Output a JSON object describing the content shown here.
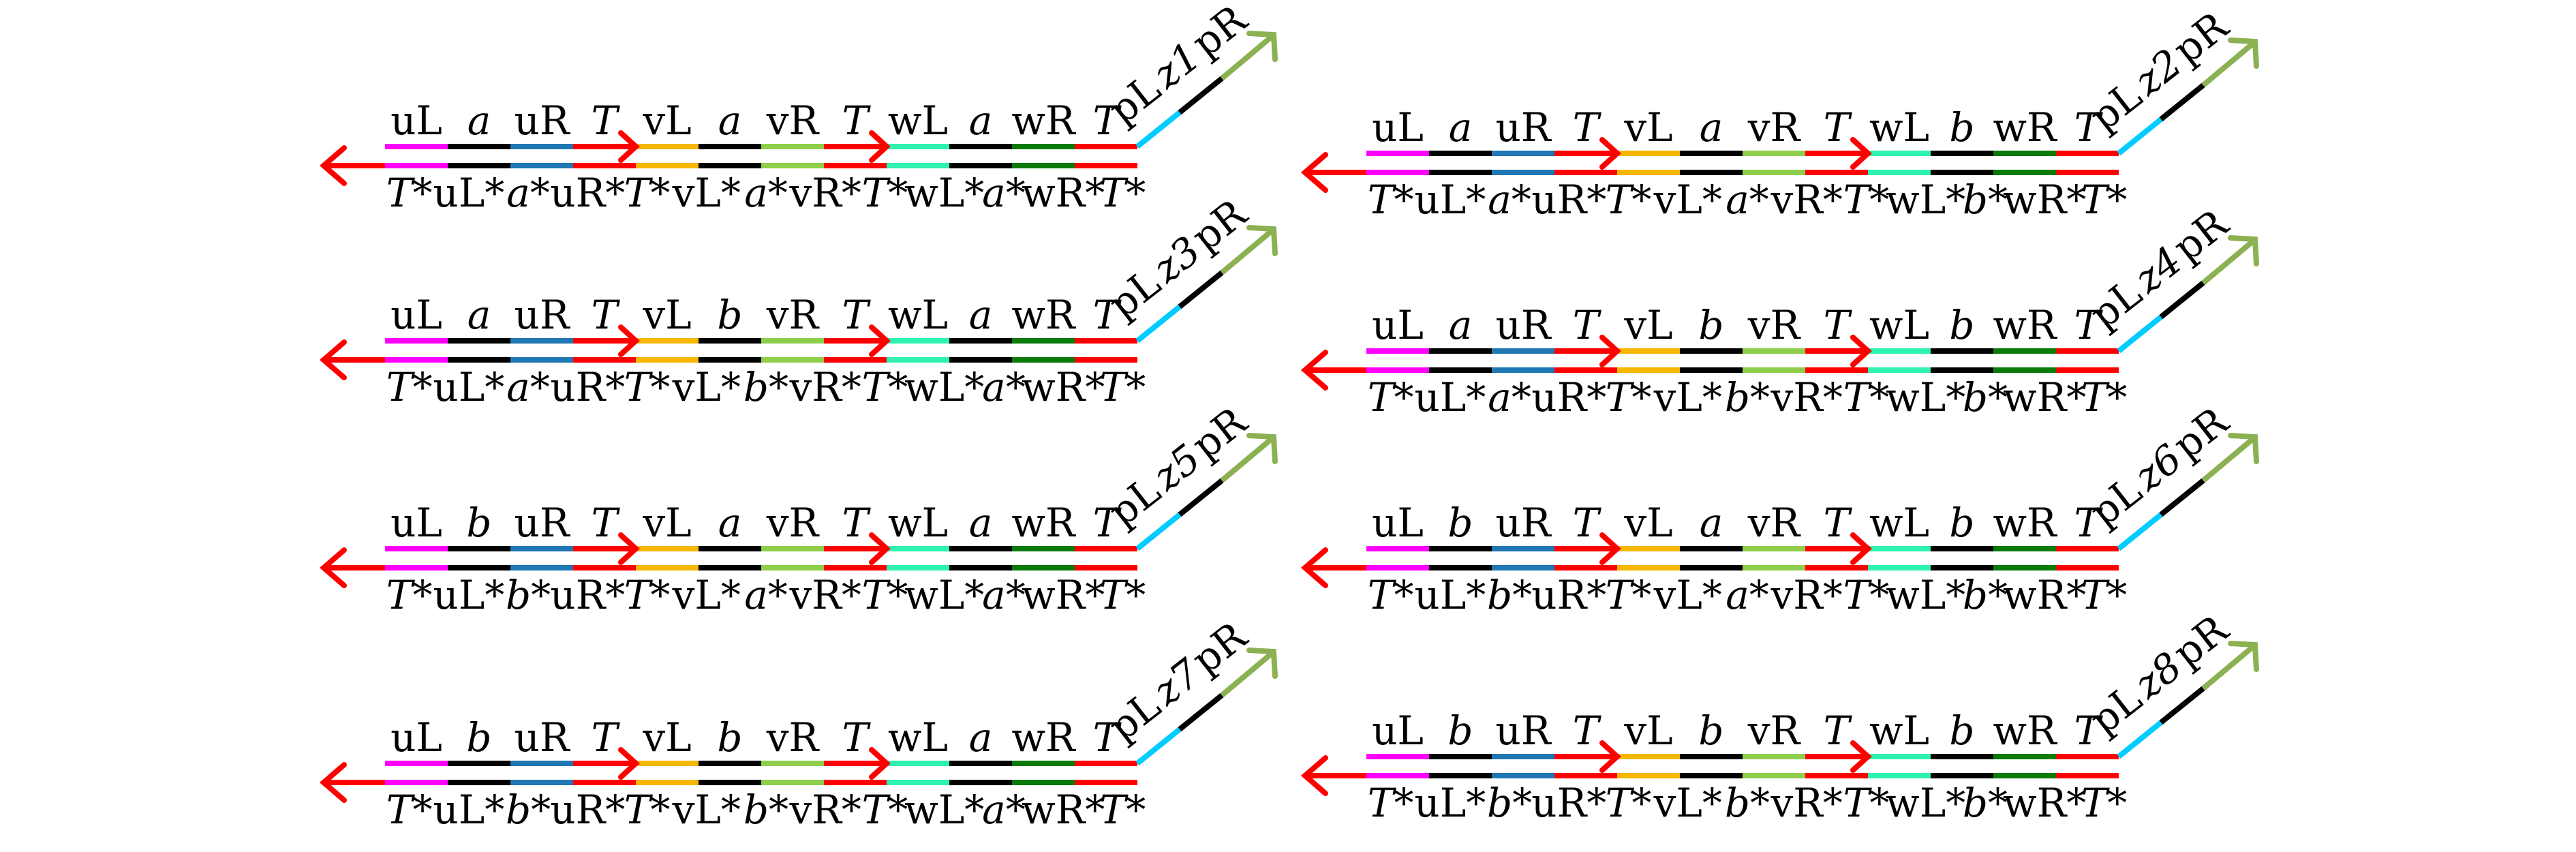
{
  "colors": {
    "red": "#ff0000",
    "magenta": "#ff00ff",
    "black": "#000000",
    "blue": "#1f77b4",
    "yellow": "#f5b700",
    "lightgreen": "#8fce4a",
    "aqua": "#2ef2b0",
    "darkgreen": "#0a7a0a",
    "cyan": "#00ccff",
    "olive": "#8bb152"
  },
  "gates": [
    {
      "id": "z1",
      "domains": [
        "uL",
        "a",
        "uR",
        "T",
        "vL",
        "a",
        "vR",
        "T",
        "wL",
        "a",
        "wR",
        "T"
      ],
      "bottom": [
        "T*",
        "uL*",
        "a*",
        "uR*",
        "T*",
        "vL*",
        "a*",
        "vR*",
        "T*",
        "wL*",
        "a*",
        "wR*",
        "T*"
      ],
      "pL": "pL",
      "z": "z1",
      "pR": "pR"
    },
    {
      "id": "z2",
      "domains": [
        "uL",
        "a",
        "uR",
        "T",
        "vL",
        "a",
        "vR",
        "T",
        "wL",
        "b",
        "wR",
        "T"
      ],
      "bottom": [
        "T*",
        "uL*",
        "a*",
        "uR*",
        "T*",
        "vL*",
        "a*",
        "vR*",
        "T*",
        "wL*",
        "b*",
        "wR*",
        "T*"
      ],
      "pL": "pL",
      "z": "z2",
      "pR": "pR"
    },
    {
      "id": "z3",
      "domains": [
        "uL",
        "a",
        "uR",
        "T",
        "vL",
        "b",
        "vR",
        "T",
        "wL",
        "a",
        "wR",
        "T"
      ],
      "bottom": [
        "T*",
        "uL*",
        "a*",
        "uR*",
        "T*",
        "vL*",
        "b*",
        "vR*",
        "T*",
        "wL*",
        "a*",
        "wR*",
        "T*"
      ],
      "pL": "pL",
      "z": "z3",
      "pR": "pR"
    },
    {
      "id": "z4",
      "domains": [
        "uL",
        "a",
        "uR",
        "T",
        "vL",
        "b",
        "vR",
        "T",
        "wL",
        "b",
        "wR",
        "T"
      ],
      "bottom": [
        "T*",
        "uL*",
        "a*",
        "uR*",
        "T*",
        "vL*",
        "b*",
        "vR*",
        "T*",
        "wL*",
        "b*",
        "wR*",
        "T*"
      ],
      "pL": "pL",
      "z": "z4",
      "pR": "pR"
    },
    {
      "id": "z5",
      "domains": [
        "uL",
        "b",
        "uR",
        "T",
        "vL",
        "a",
        "vR",
        "T",
        "wL",
        "a",
        "wR",
        "T"
      ],
      "bottom": [
        "T*",
        "uL*",
        "b*",
        "uR*",
        "T*",
        "vL*",
        "a*",
        "vR*",
        "T*",
        "wL*",
        "a*",
        "wR*",
        "T*"
      ],
      "pL": "pL",
      "z": "z5",
      "pR": "pR"
    },
    {
      "id": "z6",
      "domains": [
        "uL",
        "b",
        "uR",
        "T",
        "vL",
        "a",
        "vR",
        "T",
        "wL",
        "b",
        "wR",
        "T"
      ],
      "bottom": [
        "T*",
        "uL*",
        "b*",
        "uR*",
        "T*",
        "vL*",
        "a*",
        "vR*",
        "T*",
        "wL*",
        "b*",
        "wR*",
        "T*"
      ],
      "pL": "pL",
      "z": "z6",
      "pR": "pR"
    },
    {
      "id": "z7",
      "domains": [
        "uL",
        "b",
        "uR",
        "T",
        "vL",
        "b",
        "vR",
        "T",
        "wL",
        "a",
        "wR",
        "T"
      ],
      "bottom": [
        "T*",
        "uL*",
        "b*",
        "uR*",
        "T*",
        "vL*",
        "b*",
        "vR*",
        "T*",
        "wL*",
        "a*",
        "wR*",
        "T*"
      ],
      "pL": "pL",
      "z": "z7",
      "pR": "pR"
    },
    {
      "id": "z8",
      "domains": [
        "uL",
        "b",
        "uR",
        "T",
        "vL",
        "b",
        "vR",
        "T",
        "wL",
        "b",
        "wR",
        "T"
      ],
      "bottom": [
        "T*",
        "uL*",
        "b*",
        "uR*",
        "T*",
        "vL*",
        "b*",
        "vR*",
        "T*",
        "wL*",
        "b*",
        "wR*",
        "T*"
      ],
      "pL": "pL",
      "z": "z8",
      "pR": "pR"
    }
  ]
}
